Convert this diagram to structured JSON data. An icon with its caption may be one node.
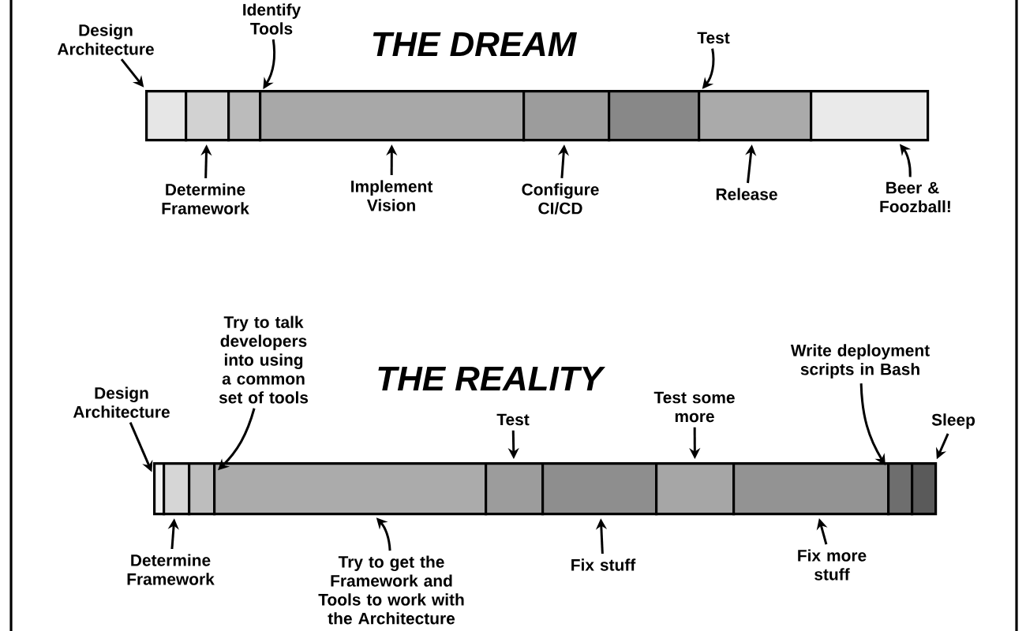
{
  "diagram": {
    "nodes": [
      {
        "text": [],
        "shape": "box"
      },
      {
        "text": [],
        "shape": "box"
      },
      {
        "text": [],
        "shape": "box"
      },
      {
        "text": [],
        "shape": "box"
      },
      {
        "text": [],
        "shape": "box"
      },
      {
        "text": [],
        "shape": "box"
      },
      {
        "text": [],
        "shape": "box"
      },
      {
        "text": [],
        "shape": "box"
      },
      {
        "text": [
          "Design Architecture"
        ]
      },
      {
        "text": [
          "Identify Tools"
        ]
      },
      {
        "text": [
          "Determine Framework"
        ]
      },
      {
        "text": [
          "Implement Vision"
        ]
      },
      {
        "text": [
          "Configure CI/CD"
        ]
      },
      {
        "text": [
          "Test"
        ]
      },
      {
        "text": [
          "Release"
        ]
      },
      {
        "text": [
          "Beer & Foozball!"
        ]
      },
      {
        "text": [],
        "shape": "box"
      },
      {
        "text": [],
        "shape": "box"
      },
      {
        "text": [],
        "shape": "box"
      },
      {
        "text": [],
        "shape": "box"
      },
      {
        "text": [],
        "shape": "box"
      },
      {
        "text": [],
        "shape": "box"
      },
      {
        "text": [],
        "shape": "box"
      },
      {
        "text": [],
        "shape": "box"
      },
      {
        "text": [],
        "shape": "box"
      },
      {
        "text": [],
        "shape": "box"
      },
      {
        "text": [
          "Design Architecture"
        ]
      },
      {
        "text": [
          "Try to talk developers into using a common set of tools"
        ]
      },
      {
        "text": [
          "Determine Framework"
        ]
      },
      {
        "text": [
          "Try to get the Framework and Tools to work with the Architecture"
        ]
      },
      {
        "text": [
          "Test"
        ]
      },
      {
        "text": [
          "Fix stuff"
        ]
      },
      {
        "text": [
          "Test some more"
        ]
      },
      {
        "text": [
          "Fix more stuff"
        ]
      },
      {
        "text": [
          "Write deployment scripts in Bash"
        ]
      },
      {
        "text": [
          "Sleep"
        ]
      }
    ],
    "edges": [
      {
        "from": 8,
        "to": 0,
        "arrow": "to"
      },
      {
        "from": 9,
        "to": 2,
        "arrow": "to"
      },
      {
        "from": 10,
        "to": 1,
        "arrow": "to"
      },
      {
        "from": 11,
        "to": 3,
        "arrow": "to"
      },
      {
        "from": 12,
        "to": 4,
        "arrow": "to"
      },
      {
        "from": 13,
        "to": 5,
        "arrow": "to"
      },
      {
        "from": 14,
        "to": 6,
        "arrow": "to"
      },
      {
        "from": 15,
        "to": 7,
        "arrow": "to"
      },
      {
        "from": 26,
        "to": 16,
        "arrow": "to"
      },
      {
        "from": 27,
        "to": 18,
        "arrow": "to"
      },
      {
        "from": 28,
        "to": 17,
        "arrow": "to"
      },
      {
        "from": 29,
        "to": 19,
        "arrow": "to"
      },
      {
        "from": 30,
        "to": 20,
        "arrow": "to"
      },
      {
        "from": 31,
        "to": 21,
        "arrow": "to"
      },
      {
        "from": 32,
        "to": 22,
        "arrow": "to"
      },
      {
        "from": 33,
        "to": 23,
        "arrow": "to"
      },
      {
        "from": 34,
        "to": 24,
        "arrow": "to"
      },
      {
        "from": 35,
        "to": 25,
        "arrow": "to"
      }
    ],
    "labels": [
      "THE DREAM",
      "THE REALITY"
    ]
  }
}
